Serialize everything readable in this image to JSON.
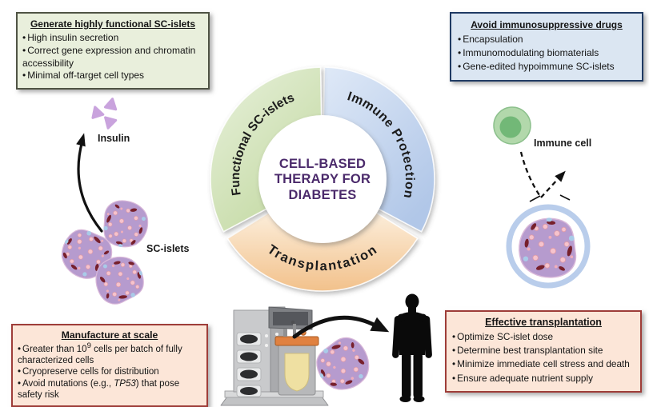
{
  "center": {
    "lines": [
      "CELL-BASED",
      "THERAPY FOR",
      "DIABETES"
    ],
    "text_color": "#4b2a6b"
  },
  "ring": {
    "segments": [
      {
        "id": "functional",
        "label": "Functional SC-islets",
        "color_light": "#e8f1dc",
        "color_dark": "#c3d9a2"
      },
      {
        "id": "immune",
        "label": "Immune Protection",
        "color_light": "#dfe9f7",
        "color_dark": "#b1c7e8"
      },
      {
        "id": "transplantation",
        "label": "Transplantation",
        "color_light": "#fceedb",
        "color_dark": "#f2c18b"
      }
    ]
  },
  "boxes": {
    "functional": {
      "title": "Generate highly functional SC-islets",
      "bullets": [
        "High insulin secretion",
        "Correct gene expression and chromatin accessibility",
        "Minimal off-target cell types"
      ],
      "bg": "#e9efdc",
      "border": "#4f5344"
    },
    "immune": {
      "title": "Avoid immunosuppressive drugs",
      "bullets": [
        "Encapsulation",
        "Immunomodulating biomaterials",
        "Gene-edited hypoimmune SC-islets"
      ],
      "bg": "#dbe6f2",
      "border": "#1f3a63"
    },
    "manufacture": {
      "title": "Manufacture at scale",
      "bullets_html": [
        "Greater than 10<sup>9</sup> cells per batch of fully characterized cells",
        "Cryopreserve cells for distribution",
        "Avoid mutations (e.g., <i>TP53</i>) that pose safety risk"
      ],
      "bg": "#fce6d8",
      "border": "#9e3d39"
    },
    "transplant": {
      "title": "Effective transplantation",
      "bullets": [
        "Optimize SC-islet dose",
        "Determine best transplantation site",
        "Minimize immediate cell stress and death",
        "Ensure adequate nutrient supply"
      ],
      "bg": "#fce6d8",
      "border": "#9e3d39"
    }
  },
  "labels": {
    "insulin": "Insulin",
    "sc_islets": "SC-islets",
    "immune_cell": "Immune cell"
  },
  "illustration_colors": {
    "islet_base": "#b69bce",
    "islet_pink": "#f6c3cd",
    "islet_maroon": "#77202c",
    "islet_blue": "#a9cbe8",
    "immune_cell_outer": "#b2d8ab",
    "immune_cell_inner": "#72b877",
    "capsule_ring": "#b9cdeb",
    "insulin_triangle": "#c9a3dd",
    "silhouette": "#0a0a0a",
    "bioreactor_lid": "#e08140",
    "bioreactor_liquid": "#efe0a2"
  }
}
